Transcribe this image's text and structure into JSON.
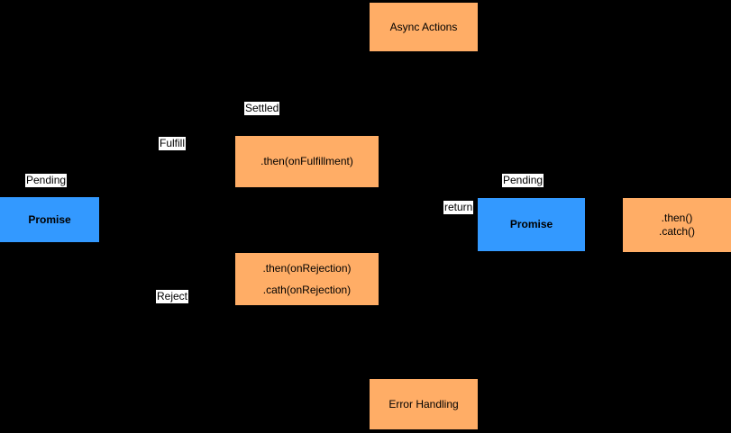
{
  "colors": {
    "canvas_background": "#000000",
    "node_orange": "#FFAD66",
    "node_blue": "#3399FF",
    "label_background": "#FFFFFF",
    "text": "#000000"
  },
  "diagram": {
    "nodes": {
      "async_actions": {
        "label": "Async Actions"
      },
      "then_fulfillment": {
        "label": ".then(onFulfillment)"
      },
      "promise_left": {
        "label": "Promise"
      },
      "then_rejection": {
        "line1": ".then(onRejection)",
        "line2": ".cath(onRejection)"
      },
      "promise_right": {
        "label": "Promise"
      },
      "then_catch": {
        "line1": ".then()",
        "line2": ".catch()"
      },
      "error_handling": {
        "label": "Error Handling"
      }
    },
    "labels": {
      "settled": "Settled",
      "fulfill": "Fulfill",
      "pending_left": "Pending",
      "return_label": "return",
      "pending_right": "Pending",
      "reject": "Reject"
    }
  }
}
